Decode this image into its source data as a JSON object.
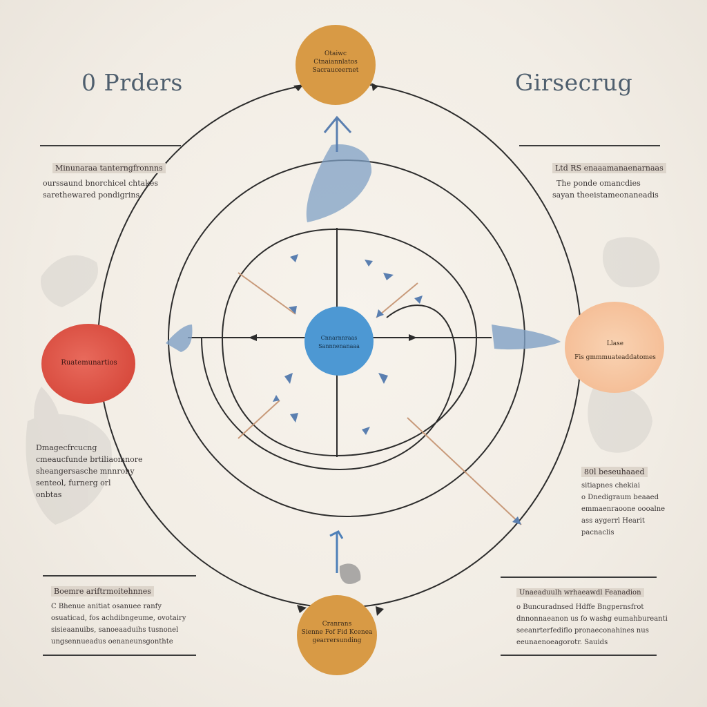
{
  "titles": {
    "left": "0 Prders",
    "right": "Girsecrug"
  },
  "nodes": {
    "top": {
      "lines": [
        "Otaiwc",
        "Ctnaiannlatos",
        "Sacrauceernet"
      ]
    },
    "center": {
      "lines": [
        "Cnnarnnraas",
        "Sannnenanaaa"
      ]
    },
    "left": {
      "lines": [
        "Ruatemunartios"
      ]
    },
    "right": {
      "lines": [
        "Llase",
        "Fis gmmmuateaddatomes"
      ]
    },
    "bottom": {
      "lines": [
        "Cranrans",
        "Sienne Fof Fid Kcenea",
        "gearrersunding"
      ]
    }
  },
  "panels": {
    "top_left": {
      "heading": "Minunaraa tanterngfronnns",
      "lines": [
        "ourssaund bnorchicel chtakes",
        "sarethewared pondigrins"
      ]
    },
    "mid_left": {
      "heading": "",
      "lines": [
        "Dmagecfrcucng",
        "cmeaucfunde brtiliaomnore",
        "sheangersasche mnnrony",
        "senteol, furnerg orl",
        "onbtas"
      ]
    },
    "bottom_left": {
      "heading": "Boemre ariftrmoitehnnes",
      "lines": [
        "C Bhenue anitiat osanuee ranfy",
        "osuaticad, fos achdibngeume, ovotairy",
        "sisieaanuibs, sanoeaaduihs tusnonel",
        "ungsennueadus oenaneunsgonthte"
      ]
    },
    "top_right": {
      "heading": "Ltd RS enaaamanaenarnaas",
      "lines": [
        "The ponde omancdies",
        "sayan theeistameonaneadis"
      ]
    },
    "mid_right": {
      "heading": "80l beseuhaaed",
      "lines": [
        "sitiapnes chekiai",
        "o Dnedigraum beaaed",
        "emmaenraoone oooalne",
        "ass aygerrl Hearit",
        "pacnaclis"
      ]
    },
    "bottom_right": {
      "heading": "Unaeaduulh wrhaeawdl Feanadion",
      "lines": [
        "o Buncuradnsed Hdffe Bngpernsfrot",
        "dnnonnaeanon us fo washg eumahbureanti",
        "seeanrterfediflo pronaeconahines nus",
        "eeunaenoeagorotr. Sauids"
      ]
    }
  },
  "colors": {
    "top_node": "#d89a45",
    "bottom_node": "#d89a45",
    "left_node": "#e0574a",
    "right_node": "#f7c5a1",
    "center_node": "#4d98d3",
    "lines": "#2c2c2c",
    "title": "#4f5f6e"
  }
}
